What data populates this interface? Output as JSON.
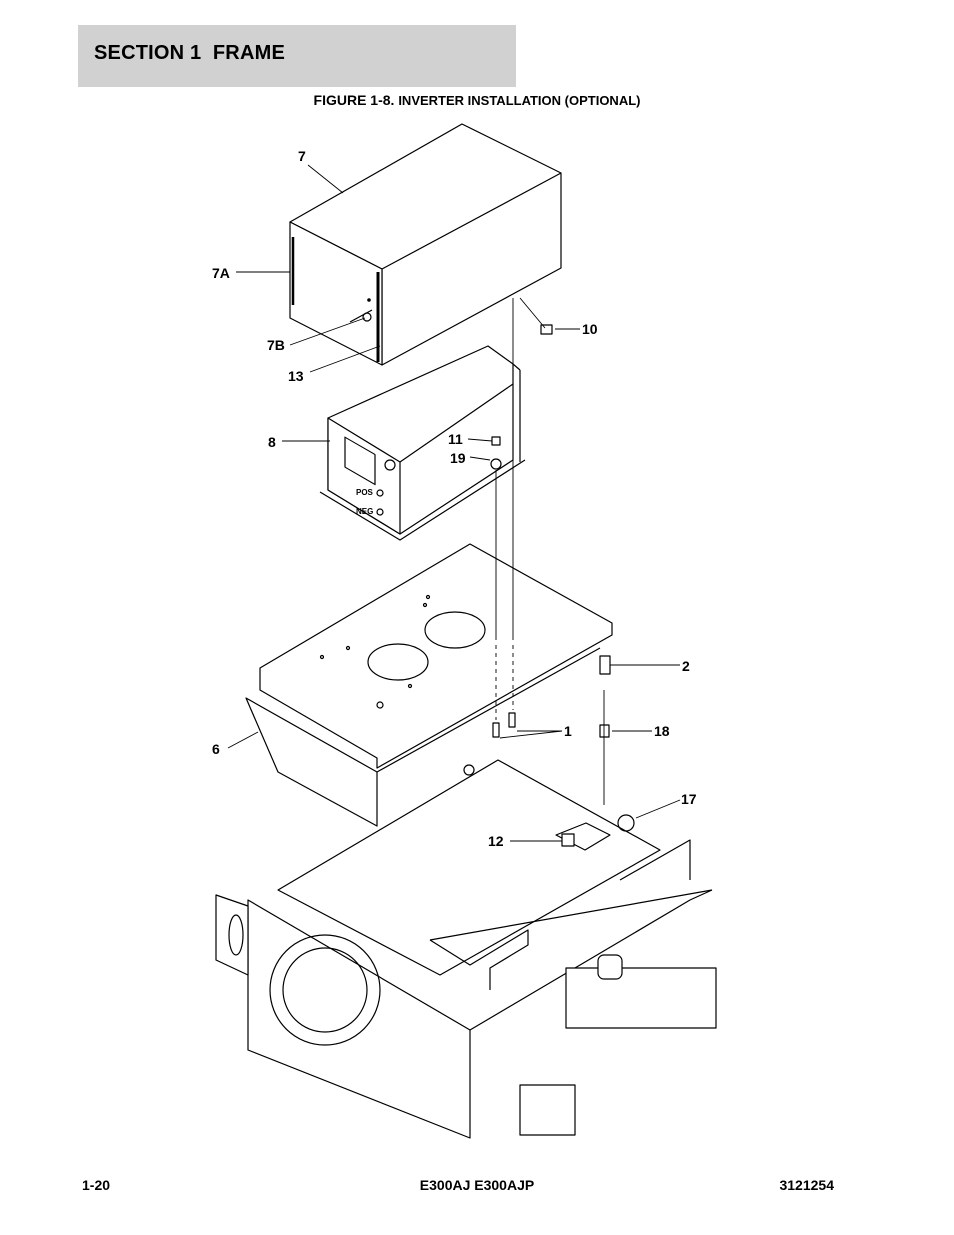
{
  "header": {
    "section_title": "SECTION 1  FRAME"
  },
  "figure": {
    "number": "FIGURE 1-8.",
    "title": "INVERTER INSTALLATION (OPTIONAL)"
  },
  "callouts": {
    "c7": "7",
    "c7a": "7A",
    "c7b": "7B",
    "c13": "13",
    "c10": "10",
    "c8": "8",
    "c11": "11",
    "c19": "19",
    "c2": "2",
    "c6": "6",
    "c1": "1",
    "c18": "18",
    "c17": "17",
    "c12": "12"
  },
  "inverter_labels": {
    "pos": "POS",
    "neg": "NEG"
  },
  "footer": {
    "page": "1-20",
    "model": "E300AJ E300AJP",
    "doc_number": "3121254"
  }
}
